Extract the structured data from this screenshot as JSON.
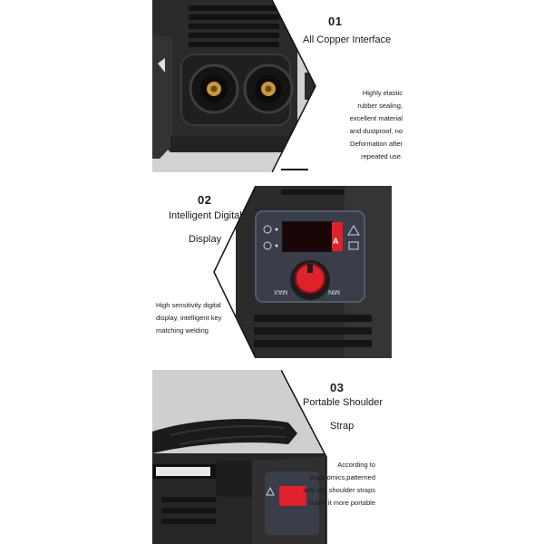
{
  "sections": [
    {
      "number": "01",
      "title": "All Copper Interface",
      "description_lines": [
        "Highly elastic",
        "rubber sealing,",
        "excellent material",
        "and dustproof, no",
        "Deformation after",
        "repeated use."
      ]
    },
    {
      "number": "02",
      "title_lines": [
        "Intelligent Digital",
        "Display"
      ],
      "description_lines": [
        "High sensitivity digital",
        "display, intelligent key",
        "matching welding"
      ],
      "panel": {
        "unit_label": "A",
        "min_label": "MIN",
        "max_label": "MAX"
      }
    },
    {
      "number": "03",
      "title_lines": [
        "Portable Shoulder",
        "Strap"
      ],
      "description_lines": [
        "According to",
        "ergonomics,patterned",
        "anti-slip shoulder straps",
        "make it more portable"
      ]
    }
  ],
  "colors": {
    "accent_red": "#e0202a",
    "body_dark": "#2b2b2b",
    "bg": "#ffffff"
  }
}
